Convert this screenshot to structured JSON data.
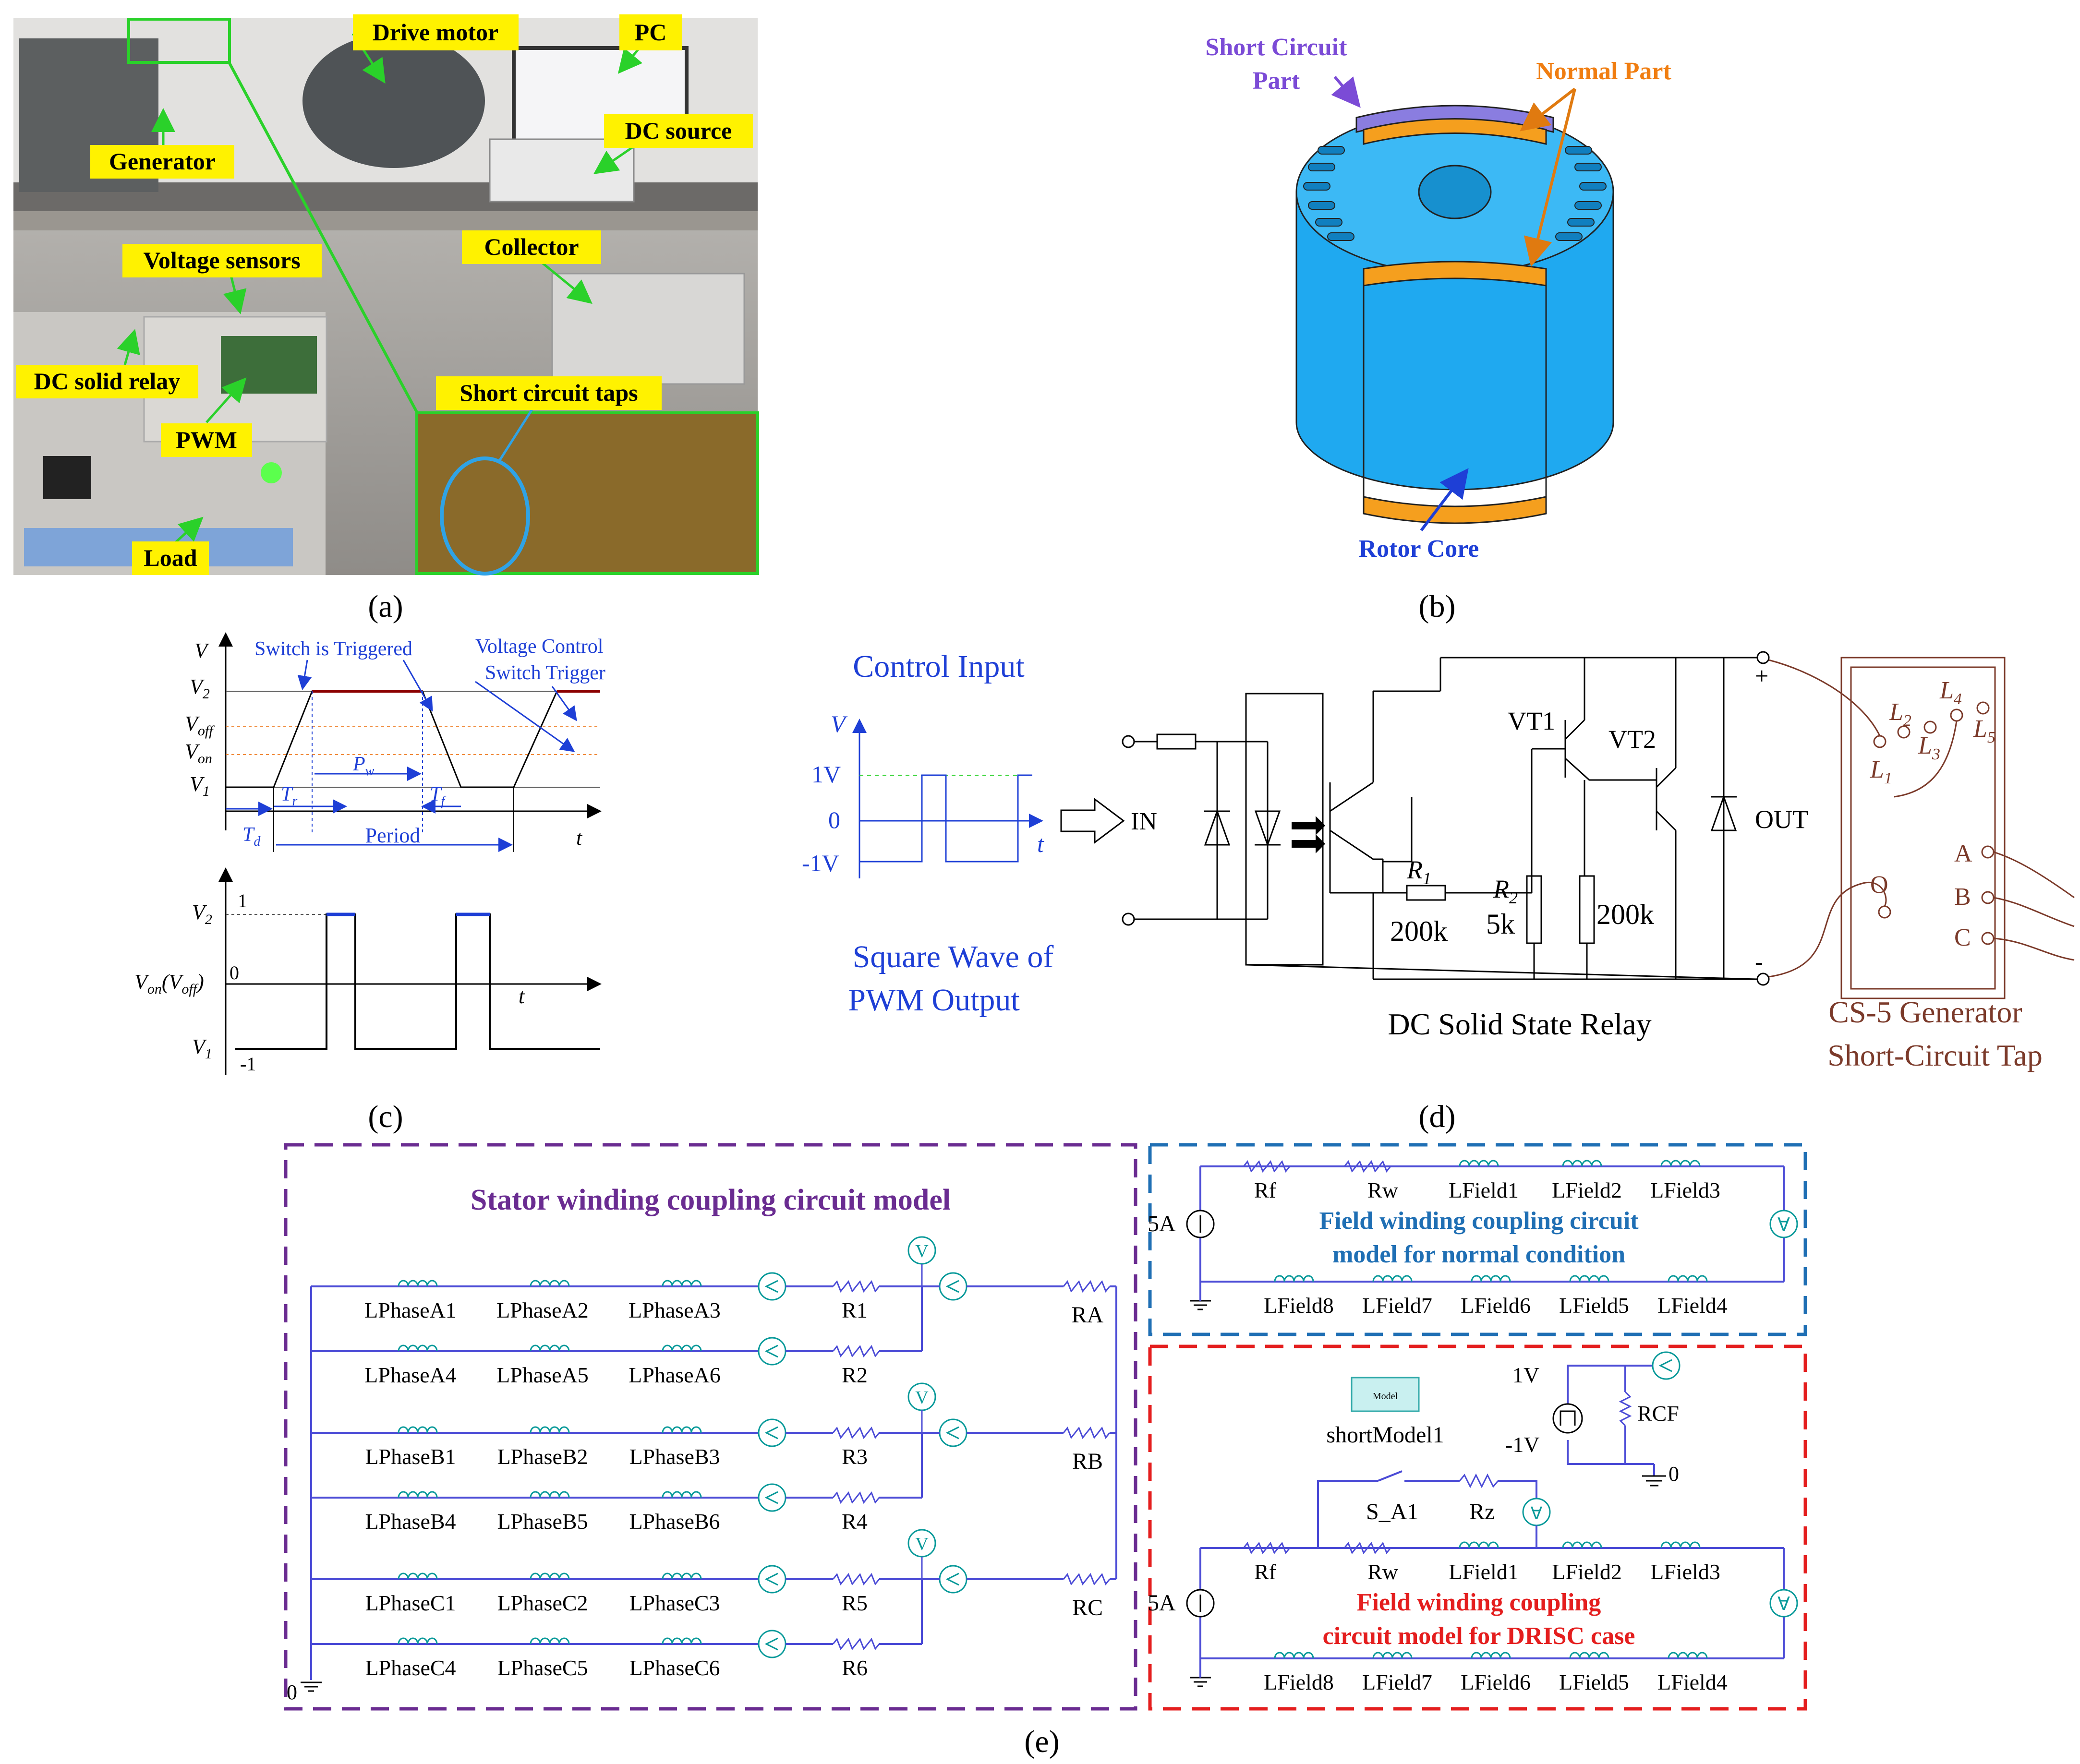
{
  "panels": {
    "a": {
      "caption": "(a)",
      "labels": {
        "drive_motor": "Drive motor",
        "pc": "PC",
        "dc_source": "DC source",
        "generator": "Generator",
        "collector": "Collector",
        "voltage_sensors": "Voltage sensors",
        "dc_solid_relay": "DC solid relay",
        "pwm": "PWM",
        "short_circuit_taps": "Short circuit taps",
        "load": "Load"
      }
    },
    "b": {
      "caption": "(b)",
      "labels": {
        "short_circuit_part_1": "Short Circuit",
        "short_circuit_part_2": "Part",
        "normal_part": "Normal Part",
        "rotor_core": "Rotor Core"
      },
      "colors": {
        "rotor_blue": "#1fa9f0",
        "normal_orange": "#f59f1e",
        "short_purple": "#8a7de0"
      }
    },
    "c": {
      "caption": "(c)",
      "top": {
        "v": "V",
        "v2": "V",
        "v2_sub": "2",
        "voff": "V",
        "voff_sub": "off",
        "von": "V",
        "von_sub": "on",
        "v1": "V",
        "v1_sub": "1",
        "switch_triggered": "Switch is Triggered",
        "voltage_control_1": "Voltage Control",
        "voltage_control_2": "Switch Trigger",
        "pw": "P",
        "pw_sub": "w",
        "tr": "T",
        "tr_sub": "r",
        "tf": "T",
        "tf_sub": "f",
        "td": "T",
        "td_sub": "d",
        "period": "Period",
        "t": "t"
      },
      "bottom": {
        "v2": "V",
        "v2_sub": "2",
        "one": "1",
        "von_off": "V",
        "von_sub": "on",
        "von_paren": "(V",
        "voff_sub": "off",
        "close_paren": ")",
        "zero": "0",
        "v1": "V",
        "v1_sub": "1",
        "minus_one": "-1",
        "t": "t"
      }
    },
    "d": {
      "caption": "(d)",
      "control_input": "Control Input",
      "v": "V",
      "one_v": "1V",
      "zero": "0",
      "minus_one_v": "-1V",
      "t": "t",
      "in": "IN",
      "square_wave_1": "Square Wave of",
      "square_wave_2": "PWM Output",
      "vt1": "VT1",
      "vt2": "VT2",
      "out": "OUT",
      "plus": "+",
      "minus": "-",
      "r1": "R",
      "r1_sub": "1",
      "r1_val": "200k",
      "r2": "R",
      "r2_sub": "2",
      "r2_val": "5k",
      "r3_val": "200k",
      "relay_title": "DC Solid State Relay",
      "tap_title_1": "CS-5 Generator",
      "tap_title_2": "Short-Circuit Tap",
      "l1": "L",
      "l1_sub": "1",
      "l2": "L",
      "l2_sub": "2",
      "l3": "L",
      "l3_sub": "3",
      "l4": "L",
      "l4_sub": "4",
      "l5": "L",
      "l5_sub": "5",
      "a": "A",
      "b": "B",
      "c": "C",
      "o": "O"
    },
    "e": {
      "caption": "(e)",
      "stator": {
        "title": "Stator winding coupling circuit model",
        "rows": [
          {
            "inductors": [
              "LPhaseA1",
              "LPhaseA2",
              "LPhaseA3"
            ],
            "r": "R1"
          },
          {
            "inductors": [
              "LPhaseA4",
              "LPhaseA5",
              "LPhaseA6"
            ],
            "r": "R2"
          },
          {
            "inductors": [
              "LPhaseB1",
              "LPhaseB2",
              "LPhaseB3"
            ],
            "r": "R3"
          },
          {
            "inductors": [
              "LPhaseB4",
              "LPhaseB5",
              "LPhaseB6"
            ],
            "r": "R4"
          },
          {
            "inductors": [
              "LPhaseC1",
              "LPhaseC2",
              "LPhaseC3"
            ],
            "r": "R5"
          },
          {
            "inductors": [
              "LPhaseC4",
              "LPhaseC5",
              "LPhaseC6"
            ],
            "r": "R6"
          }
        ],
        "loads": [
          "RA",
          "RB",
          "RC"
        ],
        "ground": "0",
        "voltmeter": "V"
      },
      "field_normal": {
        "title_1": "Field winding coupling circuit",
        "title_2": "model for normal condition",
        "source": "5A",
        "rf": "Rf",
        "rw": "Rw",
        "top": [
          "LField1",
          "LField2",
          "LField3"
        ],
        "bottom": [
          "LField8",
          "LField7",
          "LField6",
          "LField5",
          "LField4"
        ]
      },
      "field_drisc": {
        "title_1": "Field  winding  coupling",
        "title_2": "circuit model for DRISC case",
        "source": "5A",
        "rf": "Rf",
        "rw": "Rw",
        "model": "shortModel1",
        "model_icon": "Model",
        "one_v": "1V",
        "minus_one_v": "-1V",
        "rcf": "RCF",
        "zero": "0",
        "switch": "S_A1",
        "rz": "Rz",
        "top": [
          "LField1",
          "LField2",
          "LField3"
        ],
        "bottom": [
          "LField8",
          "LField7",
          "LField6",
          "LField5",
          "LField4"
        ]
      },
      "colors": {
        "stator_box": "#6a2c91",
        "normal_box": "#1f6fb4",
        "drisc_box": "#e41e1e",
        "wire": "#4b4bd6"
      }
    }
  }
}
